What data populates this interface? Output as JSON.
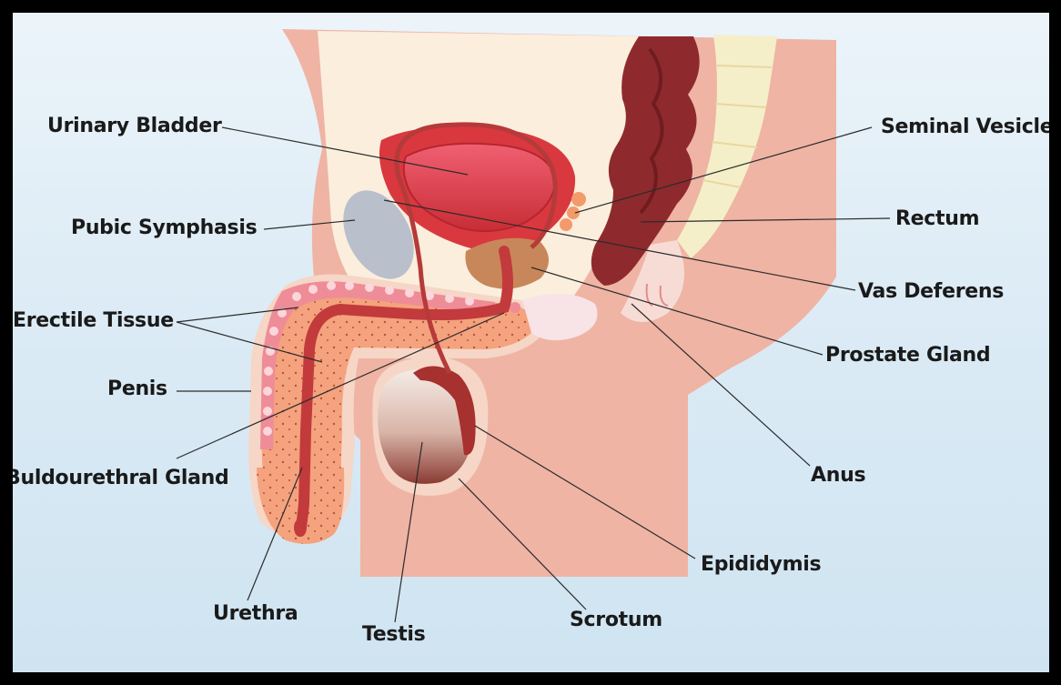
{
  "labels": {
    "urinary_bladder": "Urinary Bladder",
    "pubic_symphasis": "Pubic Symphasis",
    "erectile_tissue": "Erectile Tissue",
    "penis": "Penis",
    "buldourethral_gland": "Buldourethral Gland",
    "urethra": "Urethra",
    "testis": "Testis",
    "scrotum": "Scrotum",
    "epididymis": "Epididymis",
    "anus": "Anus",
    "prostate_gland": "Prostate Gland",
    "vas_deferens": "Vas Deferens",
    "rectum": "Rectum",
    "seminal_vesicle": "Seminal Vesicle"
  },
  "colors": {
    "background": "#dcebf5",
    "skin": "#efb4a4",
    "skin_light": "#f6d6c6",
    "pelvis_cream": "#fbeedd",
    "bladder": "#d9383f",
    "rectum": "#8e2a2d",
    "prostate": "#c8875a",
    "erectile": "#f5a27e",
    "urethra": "#c23a3c",
    "bone": "#b9bfcb"
  }
}
